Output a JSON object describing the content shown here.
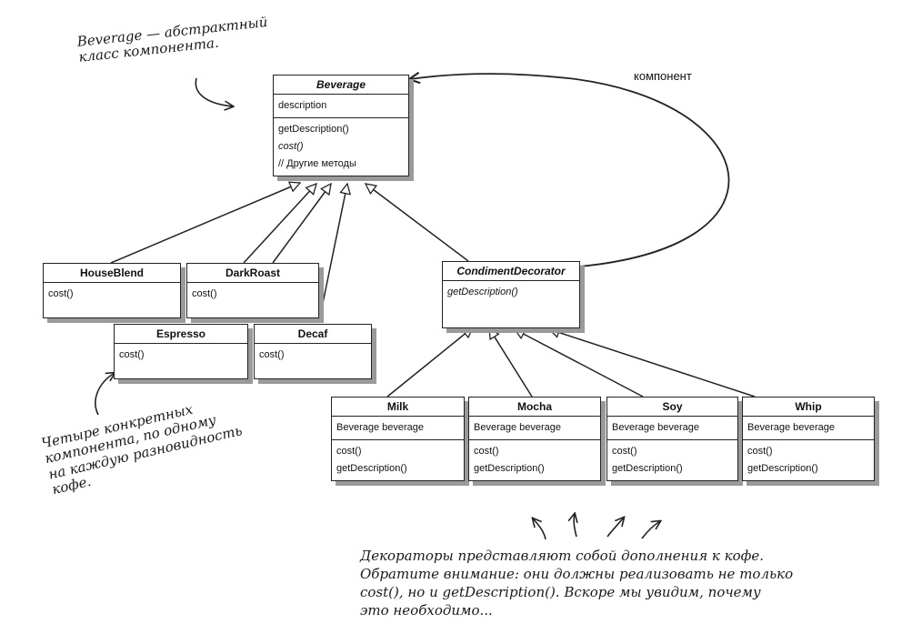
{
  "notes": {
    "beverage": [
      "Beverage — абстрактный",
      "класс компонента."
    ],
    "concrete": [
      "Четыре конкретных",
      "компонента, по одному",
      "на каждую разновидность",
      "кофе."
    ],
    "decorators": [
      "Декораторы представляют собой дополнения к кофе.",
      "Обратите внимание: они должны реализовать не только",
      "cost(), но и getDescription(). Вскоре мы увидим, почему",
      "это необходимо..."
    ]
  },
  "edge_label": "компонент",
  "classes": {
    "beverage": {
      "name": "Beverage",
      "fields": [
        "description"
      ],
      "methods": [
        "getDescription()",
        "cost()",
        "// Другие методы"
      ]
    },
    "houseblend": {
      "name": "HouseBlend",
      "methods": [
        "cost()"
      ]
    },
    "darkroast": {
      "name": "DarkRoast",
      "methods": [
        "cost()"
      ]
    },
    "espresso": {
      "name": "Espresso",
      "methods": [
        "cost()"
      ]
    },
    "decaf": {
      "name": "Decaf",
      "methods": [
        "cost()"
      ]
    },
    "condiment": {
      "name": "CondimentDecorator",
      "methods": [
        "getDescription()"
      ]
    },
    "milk": {
      "name": "Milk",
      "fields": [
        "Beverage beverage"
      ],
      "methods": [
        "cost()",
        "getDescription()"
      ]
    },
    "mocha": {
      "name": "Mocha",
      "fields": [
        "Beverage beverage"
      ],
      "methods": [
        "cost()",
        "getDescription()"
      ]
    },
    "soy": {
      "name": "Soy",
      "fields": [
        "Beverage beverage"
      ],
      "methods": [
        "cost()",
        "getDescription()"
      ]
    },
    "whip": {
      "name": "Whip",
      "fields": [
        "Beverage beverage"
      ],
      "methods": [
        "cost()",
        "getDescription()"
      ]
    }
  }
}
